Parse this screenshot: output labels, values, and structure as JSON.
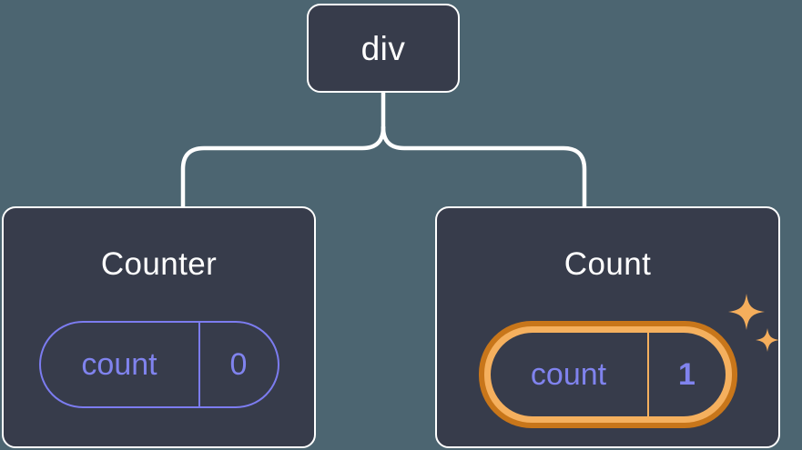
{
  "diagram": {
    "type": "component-tree",
    "background_color": "#4c6571",
    "node_fill_color": "#373c4b",
    "node_border_color": "#ffffff",
    "connector_color": "#ffffff",
    "state_idle_color": "#7c7cf0",
    "state_text_color": "#8083ee",
    "highlight_outer_color": "#c8761a",
    "highlight_inner_color": "#f5b05e",
    "sparkle_color": "#f5ae5c"
  },
  "root": {
    "label": "div"
  },
  "children": [
    {
      "id": "counter",
      "title": "Counter",
      "state": {
        "key": "count",
        "value": "0",
        "highlighted": false
      }
    },
    {
      "id": "count",
      "title": "Count",
      "state": {
        "key": "count",
        "value": "1",
        "highlighted": true
      },
      "sparkle_icons": [
        "sparkle-large",
        "sparkle-small"
      ]
    }
  ]
}
